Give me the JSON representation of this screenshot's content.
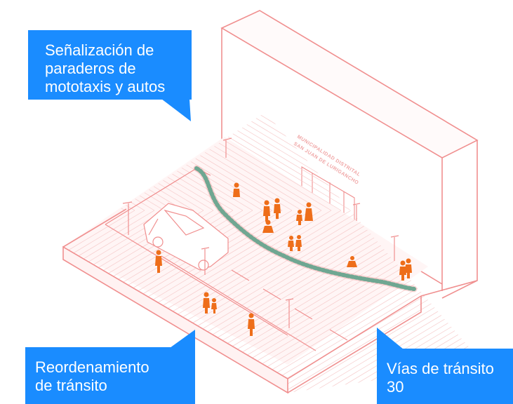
{
  "callouts": {
    "signage": {
      "line1": "Señalización de",
      "line2": "paraderos de",
      "line3": "mototaxis y autos"
    },
    "traffic": {
      "line1": "Reordenamiento",
      "line2": "de tránsito"
    },
    "speed": {
      "line1": "Vías de tránsito",
      "line2": "30"
    }
  },
  "building_sign": {
    "line1": "MUNICIPALIDAD DISTRITAL",
    "line2": "SAN JUAN DE LURIGANCHO"
  },
  "colors": {
    "callout_bg": "#1a8cff",
    "callout_text": "#ffffff",
    "outline": "#f08f8f",
    "grid": "#f6caca",
    "figures": "#ee6e1a",
    "planting": "#6fa792"
  }
}
